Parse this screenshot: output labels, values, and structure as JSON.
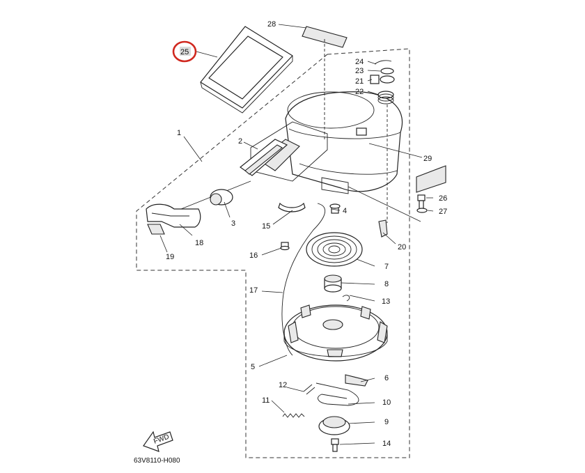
{
  "diagram_code": "63V8110-H080",
  "fwd_label": "FWD",
  "highlighted_part": "25",
  "colors": {
    "highlight_ring": "#d0281f",
    "highlight_fill": "#dcdcdc",
    "line": "#222222"
  },
  "callouts": {
    "p1": "1",
    "p2": "2",
    "p3": "3",
    "p4": "4",
    "p5": "5",
    "p6": "6",
    "p7": "7",
    "p8": "8",
    "p9": "9",
    "p10": "10",
    "p11": "11",
    "p12": "12",
    "p13": "13",
    "p14": "14",
    "p15": "15",
    "p16": "16",
    "p17": "17",
    "p18": "18",
    "p19": "19",
    "p20": "20",
    "p21": "21",
    "p22": "22",
    "p23": "23",
    "p24": "24",
    "p25": "25",
    "p26": "26",
    "p27": "27",
    "p28": "28",
    "p29": "29"
  }
}
